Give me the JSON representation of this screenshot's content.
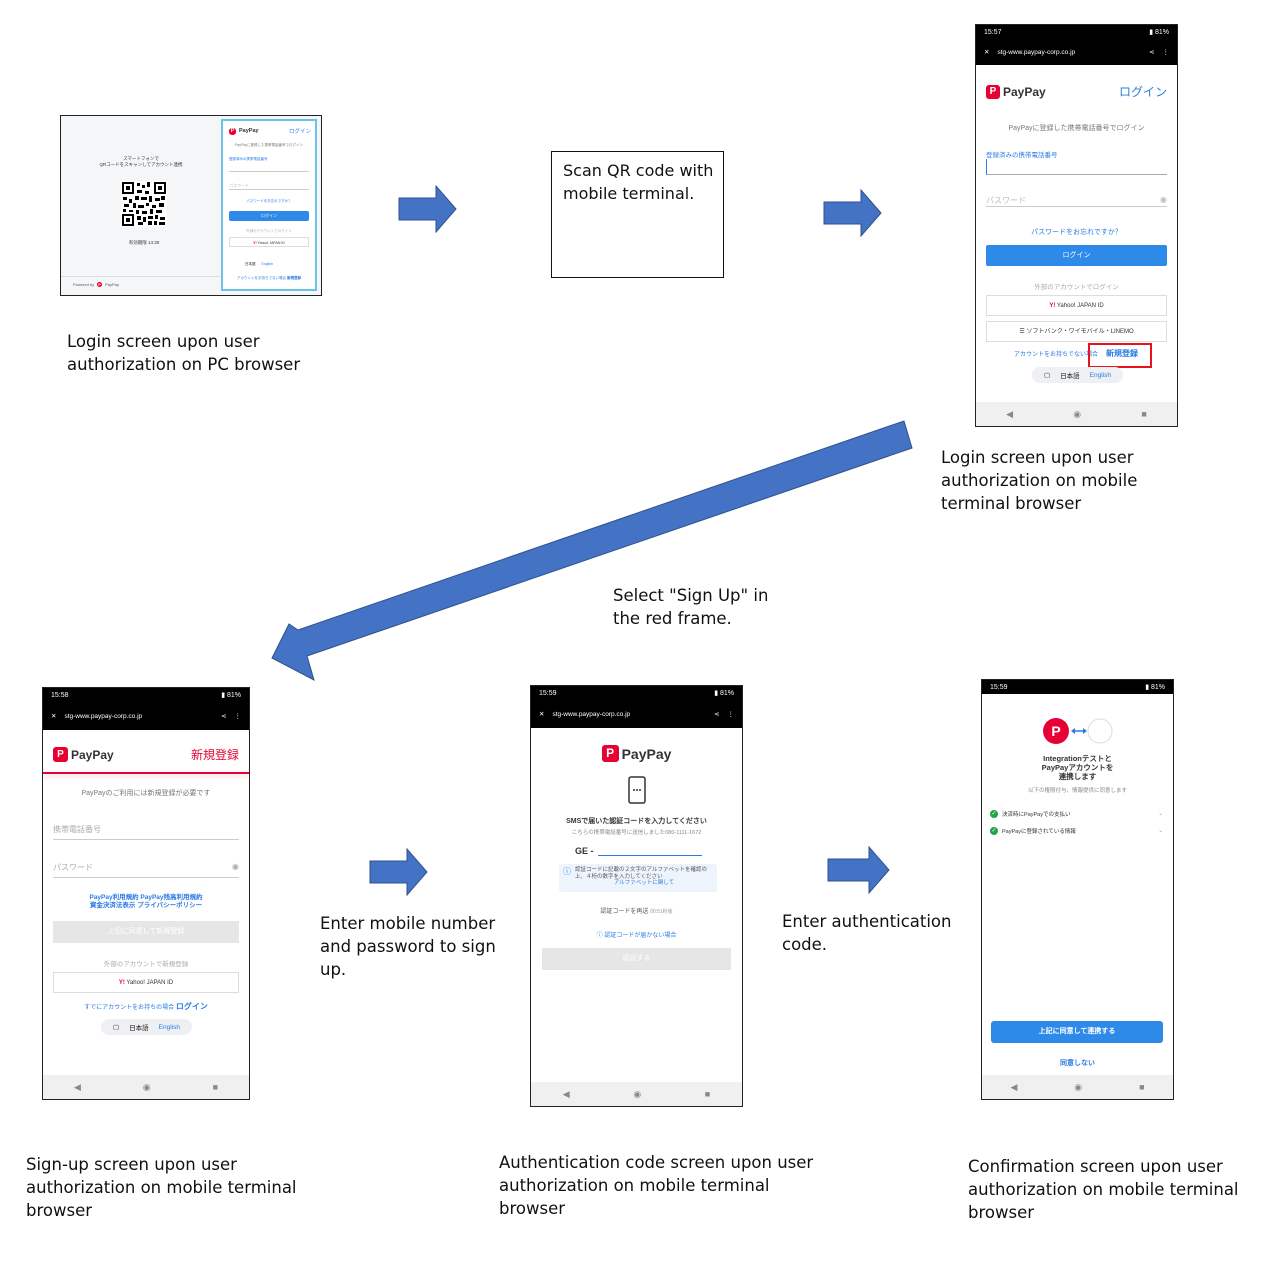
{
  "captions": {
    "pc_login": [
      "Login screen upon user",
      "authorization on PC browser"
    ],
    "scan_box": [
      "Scan QR code with",
      "mobile terminal."
    ],
    "mobile_login": [
      "Login screen upon user",
      "authorization on mobile",
      "terminal browser"
    ],
    "select_signup": [
      "Select \"Sign Up\" in",
      "the red frame."
    ],
    "enter_mobile": [
      "Enter mobile number",
      "and password to sign",
      "up."
    ],
    "enter_auth": [
      "Enter authentication",
      "code."
    ],
    "signup_screen": [
      "Sign-up screen upon user",
      "authorization on mobile terminal",
      "browser"
    ],
    "auth_screen": [
      "Authentication code screen upon user",
      "authorization on mobile terminal",
      "browser"
    ],
    "confirm_screen": [
      "Confirmation screen upon user",
      "authorization on mobile terminal",
      "browser"
    ]
  },
  "pc_screen": {
    "qr_text_1": "スマートフォンで",
    "qr_text_2": "QRコードをスキャンしてアカウント連携",
    "expiry": "有効期限 14:30",
    "powered_by": "Powered by",
    "brand": "PayPay",
    "login_link": "ログイン",
    "intro": "PayPayに登録した携帯電話番号でログイン",
    "phone_label": "登録済みの携帯電話番号",
    "password_placeholder": "パスワード",
    "forgot": "パスワードをお忘れですか？",
    "login_button": "ログイン",
    "external": "外部のアカウントでログイン",
    "yahoo": "Yahoo! JAPAN ID",
    "lang_ja": "日本語",
    "lang_en": "English",
    "no_account": "アカウントをお持ちでない場合",
    "signup": "新規登録"
  },
  "mobile_login": {
    "time": "15:57",
    "battery": "81%",
    "url": "stg-www.paypay-corp.co.jp",
    "brand": "PayPay",
    "login_link": "ログイン",
    "intro": "PayPayに登録した携帯電話番号でログイン",
    "phone_label": "登録済みの携帯電話番号",
    "password_placeholder": "パスワード",
    "forgot": "パスワードをお忘れですか？",
    "login_button": "ログイン",
    "external": "外部のアカウントでログイン",
    "yahoo": "Yahoo! JAPAN ID",
    "softbank": "ソフトバンク・ワイモバイル・LINEMO",
    "no_account": "アカウントをお持ちでない場合",
    "signup": "新規登録",
    "lang_ja": "日本語",
    "lang_en": "English"
  },
  "signup_screen": {
    "time": "15:58",
    "battery": "81%",
    "url": "stg-www.paypay-corp.co.jp",
    "brand": "PayPay",
    "signup_title": "新規登録",
    "intro": "PayPayのご利用には新規登録が必要です",
    "phone_placeholder": "携帯電話番号",
    "password_placeholder": "パスワード",
    "terms_1": "PayPay利用規約",
    "terms_2": "PayPay残高利用規約",
    "terms_3": "資金決済法表示",
    "terms_4": "プライバシーポリシー",
    "agree_button": "上記に同意して新規登録",
    "external": "外部のアカウントで新規登録",
    "yahoo": "Yahoo! JAPAN ID",
    "have_account": "すでにアカウントをお持ちの場合",
    "login_link": "ログイン",
    "lang_ja": "日本語",
    "lang_en": "English"
  },
  "auth_screen": {
    "time": "15:59",
    "battery": "81%",
    "url": "stg-www.paypay-corp.co.jp",
    "brand": "PayPay",
    "title": "SMSで届いた認証コードを入力してください",
    "sent_to": "こちらの携帯電話番号に送信しました080-1111-1672",
    "prefix": "GE -",
    "info": "認証コードに記載の２文字のアルファベットを確認の上、４桁の数字を入力してください",
    "info_link": "アルファベットに関して",
    "resend": "認証コードを再送",
    "resend_timer": "00:51秒後",
    "not_received": "認証コードが届かない場合",
    "submit": "認証する"
  },
  "confirm_screen": {
    "time": "15:59",
    "battery": "81%",
    "title_1": "Integrationテストと",
    "title_2": "PayPayアカウントを",
    "title_3": "連携します",
    "subtitle": "以下の権限付与、情報提供に同意します",
    "perm_1": "決済時にPayPayでの支払い",
    "perm_2": "PayPayに登録されている情報",
    "agree_button": "上記に同意して連携する",
    "decline": "同意しない"
  },
  "colors": {
    "arrow": "#4472c4",
    "paypay_red": "#e60033",
    "link_blue": "#2a7be4",
    "highlight_frame": "#e8141b"
  }
}
